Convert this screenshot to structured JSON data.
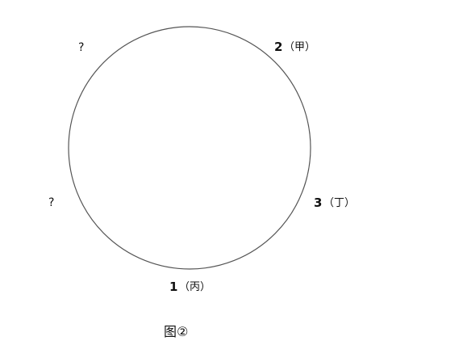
{
  "diagram": {
    "circle_color": "#555555",
    "positions": [
      {
        "id": "pos2",
        "number": "2",
        "paren": "（甲）"
      },
      {
        "id": "pos3",
        "number": "3",
        "paren": "（丁）"
      },
      {
        "id": "pos1",
        "number": "1",
        "paren": "（丙）"
      },
      {
        "id": "posq1",
        "text": "?"
      },
      {
        "id": "posq2",
        "text": "?"
      }
    ],
    "caption": "图②"
  }
}
